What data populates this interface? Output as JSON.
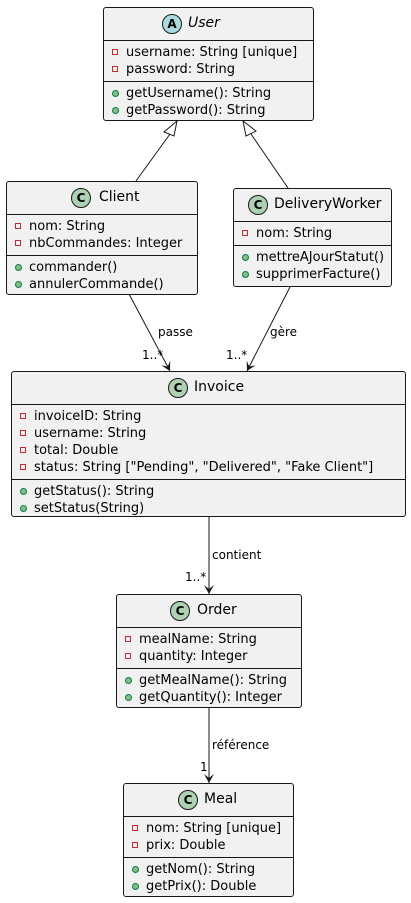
{
  "classes": {
    "user": {
      "name": "User",
      "stereotype_badge": "A",
      "attributes": [
        "username: String [unique]",
        "password: String"
      ],
      "methods": [
        "getUsername(): String",
        "getPassword(): String"
      ]
    },
    "client": {
      "name": "Client",
      "stereotype_badge": "C",
      "attributes": [
        "nom: String",
        "nbCommandes: Integer"
      ],
      "methods": [
        "commander()",
        "annulerCommande()"
      ]
    },
    "delivery_worker": {
      "name": "DeliveryWorker",
      "stereotype_badge": "C",
      "attributes": [
        "nom: String"
      ],
      "methods": [
        "mettreAJourStatut()",
        "supprimerFacture()"
      ]
    },
    "invoice": {
      "name": "Invoice",
      "stereotype_badge": "C",
      "attributes": [
        "invoiceID: String",
        "username: String",
        "total: Double",
        "status: String [\"Pending\", \"Delivered\", \"Fake Client\"]"
      ],
      "methods": [
        "getStatus(): String",
        "setStatus(String)"
      ]
    },
    "order": {
      "name": "Order",
      "stereotype_badge": "C",
      "attributes": [
        "mealName: String",
        "quantity: Integer"
      ],
      "methods": [
        "getMealName(): String",
        "getQuantity(): Integer"
      ]
    },
    "meal": {
      "name": "Meal",
      "stereotype_badge": "C",
      "attributes": [
        "nom: String [unique]",
        "prix: Double"
      ],
      "methods": [
        "getNom(): String",
        "getPrix(): Double"
      ]
    }
  },
  "relations": {
    "client_invoice": {
      "label": "passe",
      "multiplicity": "1..*"
    },
    "worker_invoice": {
      "label": "gère",
      "multiplicity": "1..*"
    },
    "invoice_order": {
      "label": "contient",
      "multiplicity": "1..*"
    },
    "order_meal": {
      "label": "référence",
      "multiplicity": "1"
    }
  },
  "colors": {
    "class_fill": "#f1f1f1",
    "border": "#181818",
    "class_badge": "#add1b2",
    "abstract_badge": "#a9dcdf",
    "private_marker": "#c82930",
    "public_marker": "#84be84"
  }
}
